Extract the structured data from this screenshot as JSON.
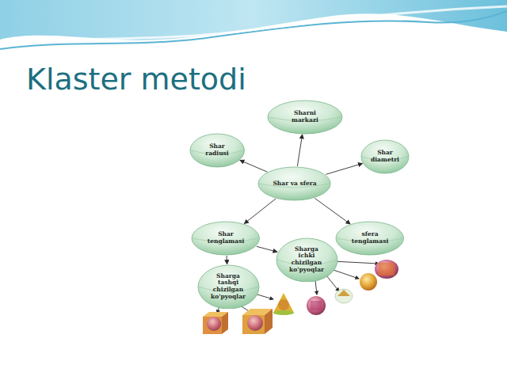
{
  "diagram": {
    "title": "Klaster metodi",
    "nodes": [
      {
        "text": [
          "Sharni markazi"
        ]
      },
      {
        "text": [
          "Shar radiusi"
        ]
      },
      {
        "text": [
          "Shar va sfera"
        ]
      },
      {
        "text": [
          "Shar diametri"
        ]
      },
      {
        "text": [
          "Shar tenglamasi"
        ]
      },
      {
        "text": [
          "sfera tenglamasi"
        ]
      },
      {
        "text": [
          "Sharga ichki chizilgan ko'pyoqlar"
        ]
      },
      {
        "text": [
          "Sharga tashqi chizilgan ko'pyoqlar"
        ]
      }
    ],
    "edges": [
      {
        "from": 2,
        "to": 0,
        "arrow": "to"
      },
      {
        "from": 2,
        "to": 1,
        "arrow": "to"
      },
      {
        "from": 2,
        "to": 3,
        "arrow": "to"
      },
      {
        "from": 2,
        "to": 4,
        "arrow": "to"
      },
      {
        "from": 2,
        "to": 5,
        "arrow": "to"
      },
      {
        "from": 4,
        "to": 6,
        "arrow": "to"
      },
      {
        "from": 4,
        "to": 7,
        "arrow": "to"
      }
    ]
  }
}
